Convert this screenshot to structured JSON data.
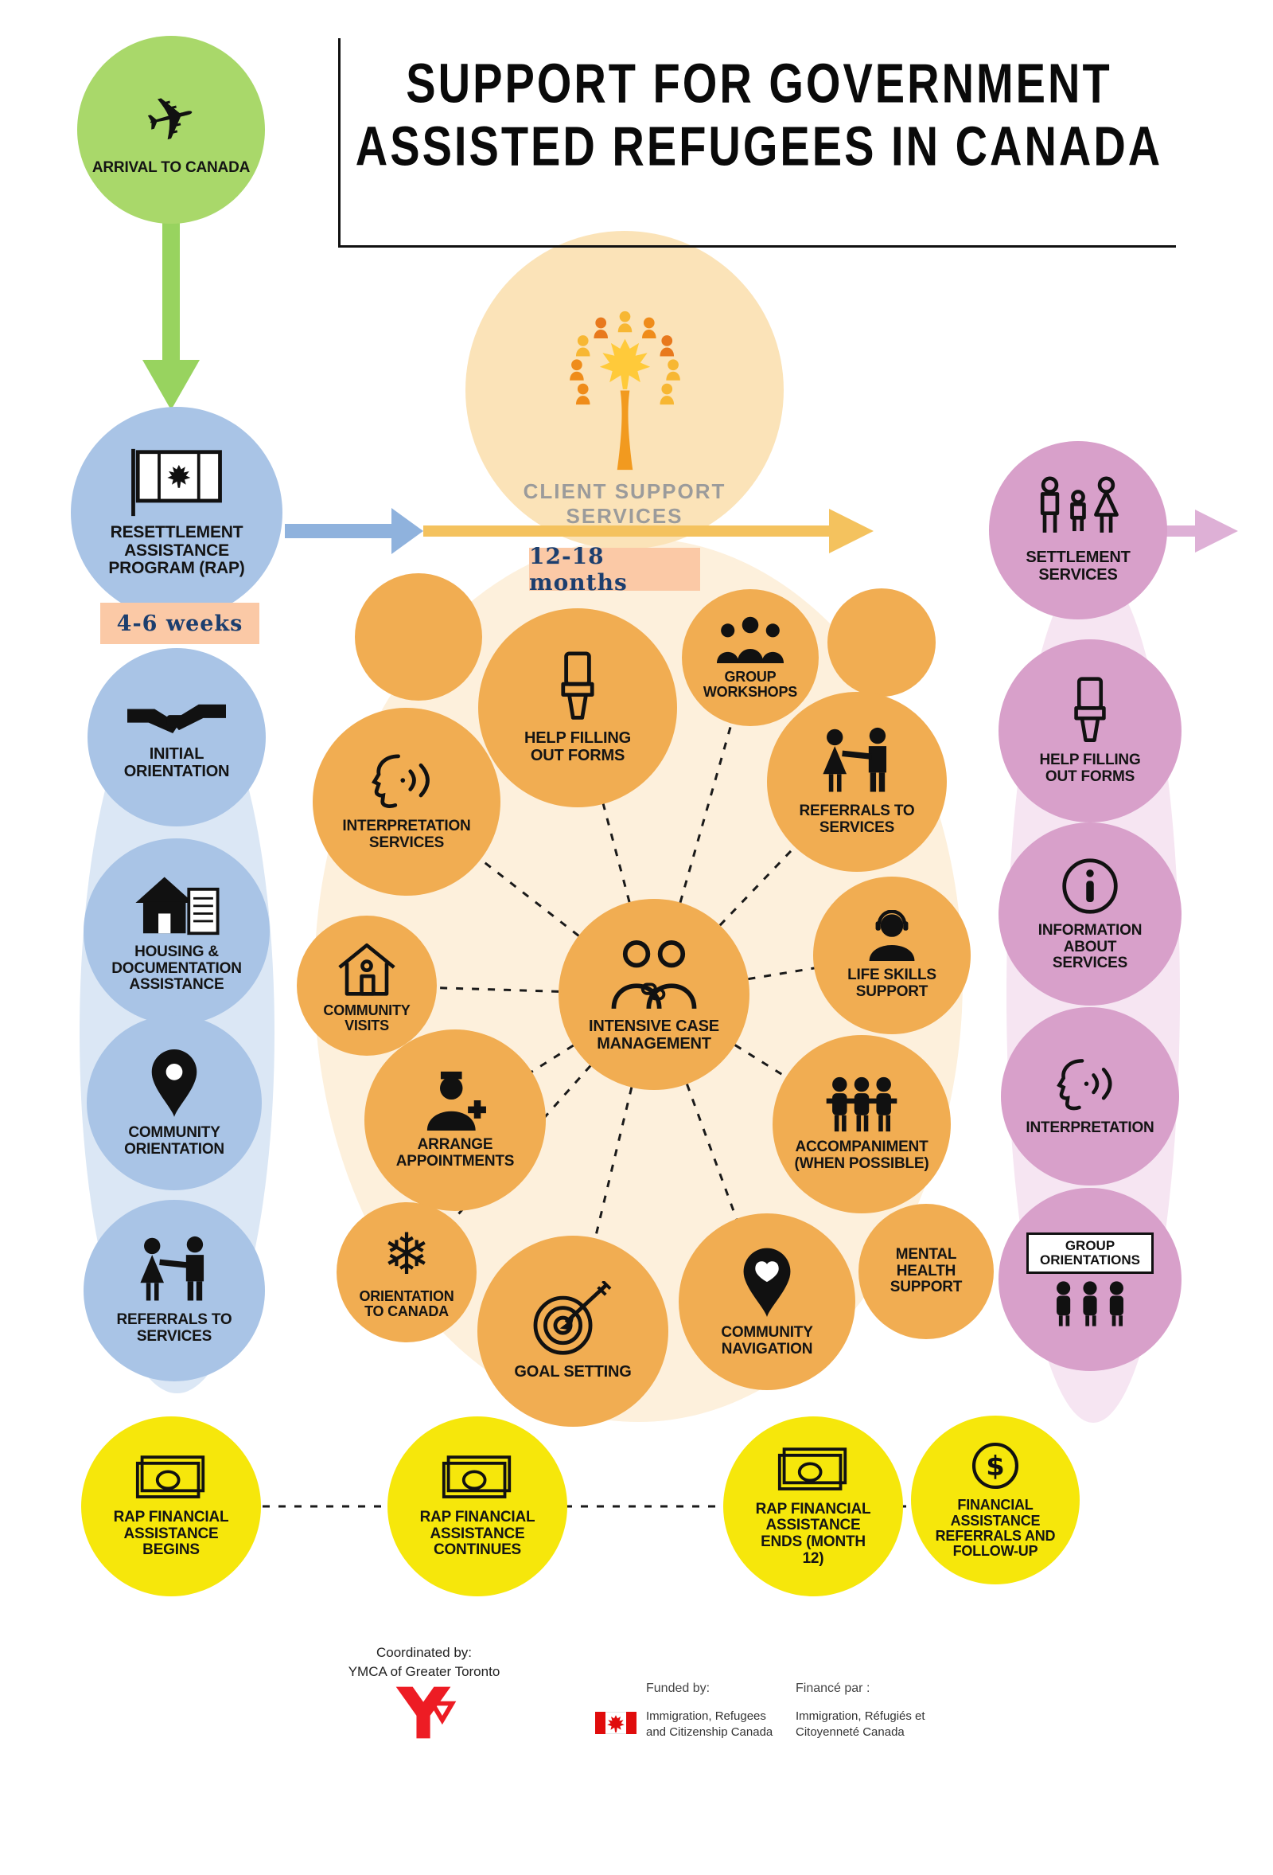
{
  "header": {
    "title_line1": "SUPPORT FOR GOVERNMENT",
    "title_line2": "ASSISTED REFUGEES IN CANADA"
  },
  "arrival": {
    "label": "ARRIVAL TO CANADA",
    "icon": "airplane-icon"
  },
  "rap": {
    "title": "RESETTLEMENT ASSISTANCE PROGRAM (RAP)",
    "icon": "canada-flag-icon",
    "duration": "4-6 weeks",
    "items": [
      {
        "label": "INITIAL ORIENTATION",
        "icon": "handshake-icon"
      },
      {
        "label": "HOUSING & DOCUMENTATION ASSISTANCE",
        "icon": "house-document-icon"
      },
      {
        "label": "COMMUNITY ORIENTATION",
        "icon": "map-pin-icon"
      },
      {
        "label": "REFERRALS TO SERVICES",
        "icon": "two-people-referral-icon"
      }
    ]
  },
  "client_support": {
    "title": "CLIENT SUPPORT SERVICES",
    "logo": "people-tree-logo",
    "duration": "12-18 months",
    "center": {
      "label": "INTENSIVE CASE MANAGEMENT",
      "icon": "two-people-link-icon"
    },
    "items": [
      {
        "label": "HELP FILLING OUT FORMS",
        "icon": "marker-pen-icon"
      },
      {
        "label": "GROUP WORKSHOPS",
        "icon": "people-group-icon"
      },
      {
        "label": "REFERRALS TO SERVICES",
        "icon": "two-people-referral-icon"
      },
      {
        "label": "INTERPRETATION SERVICES",
        "icon": "speaking-face-icon"
      },
      {
        "label": "LIFE SKILLS SUPPORT",
        "icon": "person-headset-icon"
      },
      {
        "label": "COMMUNITY VISITS",
        "icon": "house-outline-icon"
      },
      {
        "label": "ARRANGE APPOINTMENTS",
        "icon": "nurse-icon"
      },
      {
        "label": "ACCOMPANIMENT (WHEN POSSIBLE)",
        "icon": "three-people-icon"
      },
      {
        "label": "MENTAL HEALTH SUPPORT",
        "icon": ""
      },
      {
        "label": "COMMUNITY NAVIGATION",
        "icon": "heart-pin-icon"
      },
      {
        "label": "GOAL SETTING",
        "icon": "target-icon"
      },
      {
        "label": "ORIENTATION TO CANADA",
        "icon": "snowflake-icon"
      }
    ]
  },
  "settlement": {
    "title": "SETTLEMENT SERVICES",
    "icon": "family-icon",
    "items": [
      {
        "label": "HELP FILLING OUT FORMS",
        "icon": "marker-pen-icon"
      },
      {
        "label": "INFORMATION ABOUT SERVICES",
        "icon": "info-icon"
      },
      {
        "label": "INTERPRETATION",
        "icon": "speaking-face-icon"
      },
      {
        "label": "GROUP ORIENTATIONS",
        "icon": "people-holding-sign-icon"
      }
    ]
  },
  "financial": {
    "items": [
      {
        "label": "RAP FINANCIAL ASSISTANCE BEGINS",
        "icon": "banknote-icon"
      },
      {
        "label": "RAP FINANCIAL ASSISTANCE CONTINUES",
        "icon": "banknote-icon"
      },
      {
        "label": "RAP FINANCIAL ASSISTANCE ENDS (MONTH 12)",
        "icon": "banknote-icon"
      },
      {
        "label": "FINANCIAL ASSISTANCE REFERRALS AND FOLLOW-UP",
        "icon": "dollar-coin-icon"
      }
    ]
  },
  "footer": {
    "coordinated_by": "Coordinated by:",
    "coordinator": "YMCA of Greater Toronto",
    "funded_by": "Funded by:",
    "funder_en": "Immigration, Refugees and Citizenship Canada",
    "finance_par": "Financé par :",
    "funder_fr": "Immigration, Réfugiés et Citoyenneté Canada"
  },
  "colors": {
    "green": "#a9d86a",
    "blue": "#a9c4e6",
    "orange": "#f1ad52",
    "peach": "#fbe3b8",
    "pink": "#d8a0ca",
    "yellow": "#f6e70b",
    "salmon": "#fbc9a6",
    "navy_text": "#1c3e6e"
  }
}
